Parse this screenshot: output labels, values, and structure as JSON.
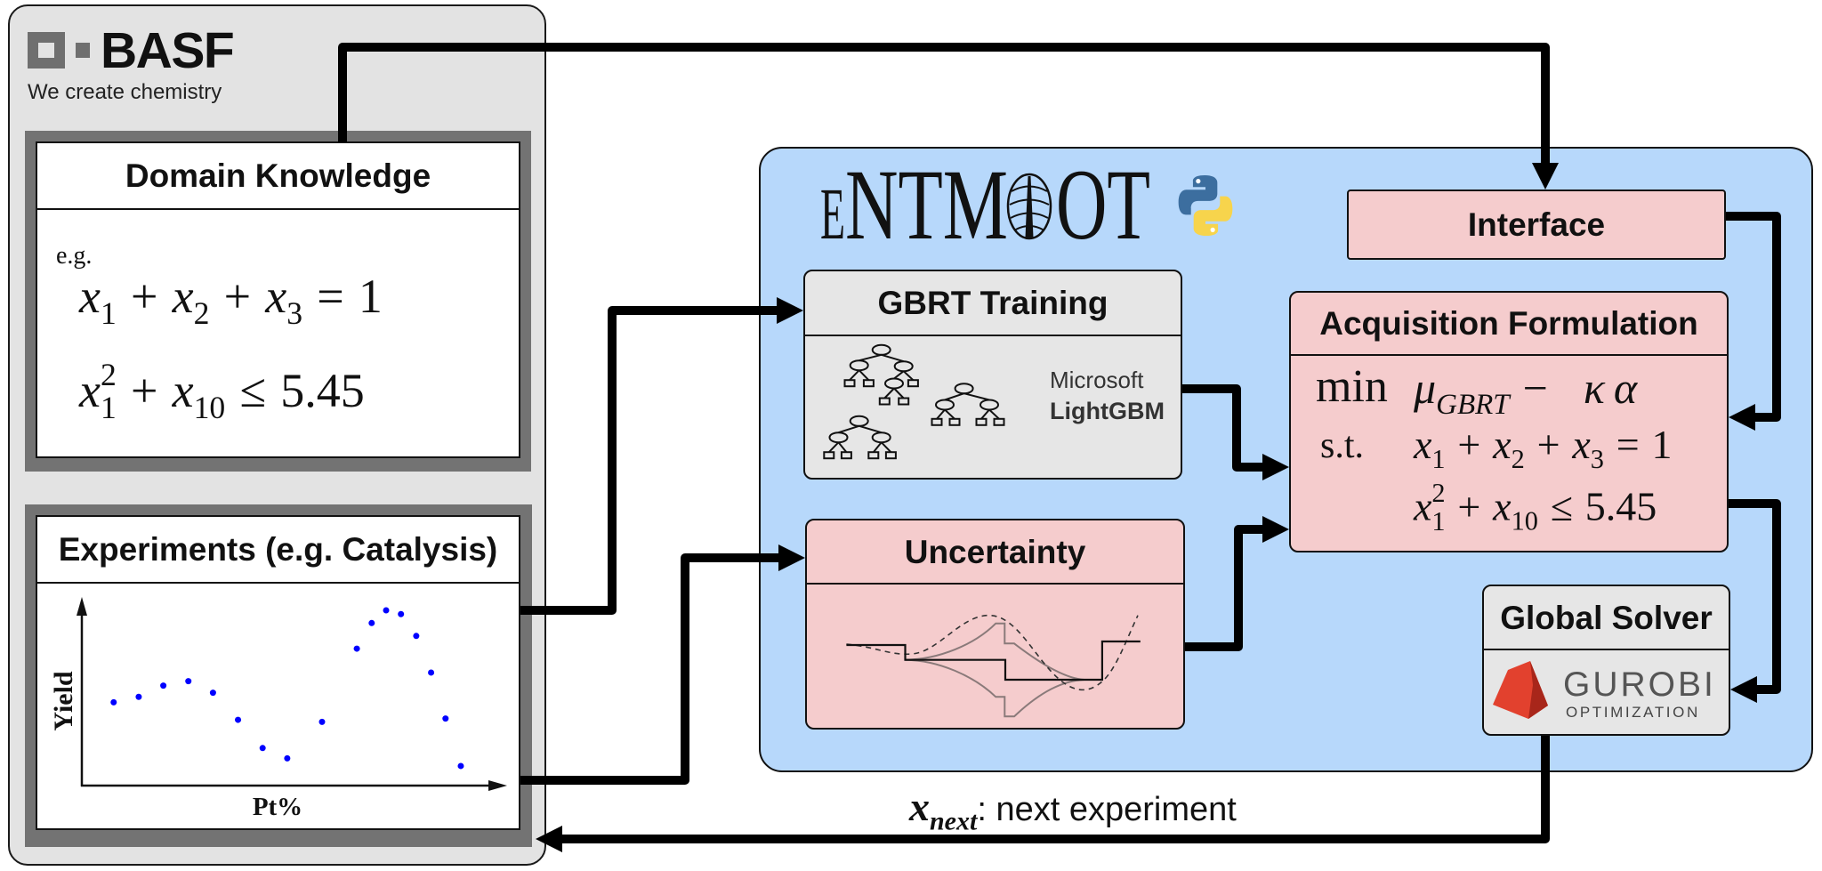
{
  "colors": {
    "panel_gray": "#e3e3e3",
    "frame_gray": "#737373",
    "basf_gray": "#6f6f6f",
    "entmoot_blue": "#b7d8fb",
    "module_pink": "#f5cccd",
    "module_gray": "#e6e6e6",
    "point_blue": "#0000ff",
    "gurobi_red": "#e2412e",
    "gurobi_red_dark": "#a8261a",
    "python_blue": "#3c6e9f",
    "python_yellow": "#f7d44c"
  },
  "basf": {
    "brand": "BASF",
    "tagline": "We create chemistry"
  },
  "domain_knowledge": {
    "title": "Domain Knowledge",
    "example_label": "e.g.",
    "equations": [
      {
        "terms": [
          {
            "var": "x",
            "sub": "1"
          },
          {
            "var": "x",
            "sub": "2"
          },
          {
            "var": "x",
            "sub": "3"
          }
        ],
        "ops": [
          "+",
          "+"
        ],
        "relation": "=",
        "rhs": "1"
      },
      {
        "terms": [
          {
            "var": "x",
            "sub": "1",
            "sup": "2"
          },
          {
            "var": "x",
            "sub": "10"
          }
        ],
        "ops": [
          "+"
        ],
        "relation": "≤",
        "rhs": "5.45"
      }
    ]
  },
  "experiments": {
    "title": "Experiments (e.g. Catalysis)"
  },
  "chart_data": {
    "type": "scatter",
    "title": "",
    "xlabel": "Pt%",
    "ylabel": "Yield",
    "xlim": [
      0,
      100
    ],
    "ylim": [
      0,
      100
    ],
    "ticks": "none",
    "grid": false,
    "legend": "none",
    "series": [
      {
        "name": "experiments",
        "color": "#0000ff",
        "x": [
          7.5,
          13.4,
          19.2,
          25.1,
          30.9,
          36.8,
          42.6,
          48.4,
          56.6,
          64.8,
          68.3,
          71.7,
          75.2,
          78.8,
          82.3,
          85.7,
          89.3
        ],
        "y": [
          44.6,
          47.5,
          53.5,
          55.9,
          49.7,
          35.2,
          20.1,
          14.6,
          34.1,
          73.3,
          87.0,
          93.8,
          91.8,
          80.1,
          60.5,
          35.9,
          10.5
        ]
      }
    ]
  },
  "entmoot": {
    "name": "ENTMOOT",
    "logo": {
      "lead": "E",
      "mid": "NTM",
      "tail": "OT"
    },
    "language_icon": "python-logo"
  },
  "gbrt": {
    "title": "GBRT Training",
    "vendor": "Microsoft",
    "library": "LightGBM",
    "icon": "decision-tree-ensemble"
  },
  "uncertainty": {
    "title": "Uncertainty"
  },
  "interface": {
    "title": "Interface"
  },
  "acquisition": {
    "title": "Acquisition Formulation",
    "objective_label": "min",
    "objective": {
      "mu": "μ",
      "mu_sub": "GBRT",
      "minus": "−",
      "kappa": "κ",
      "alpha": "α"
    },
    "constraints_label": "s.t."
  },
  "global_solver": {
    "title": "Global Solver",
    "brand": "GUROBI",
    "subtitle": "OPTIMIZATION"
  },
  "loop": {
    "var": "x",
    "sub": "next",
    "text": ": next experiment"
  }
}
